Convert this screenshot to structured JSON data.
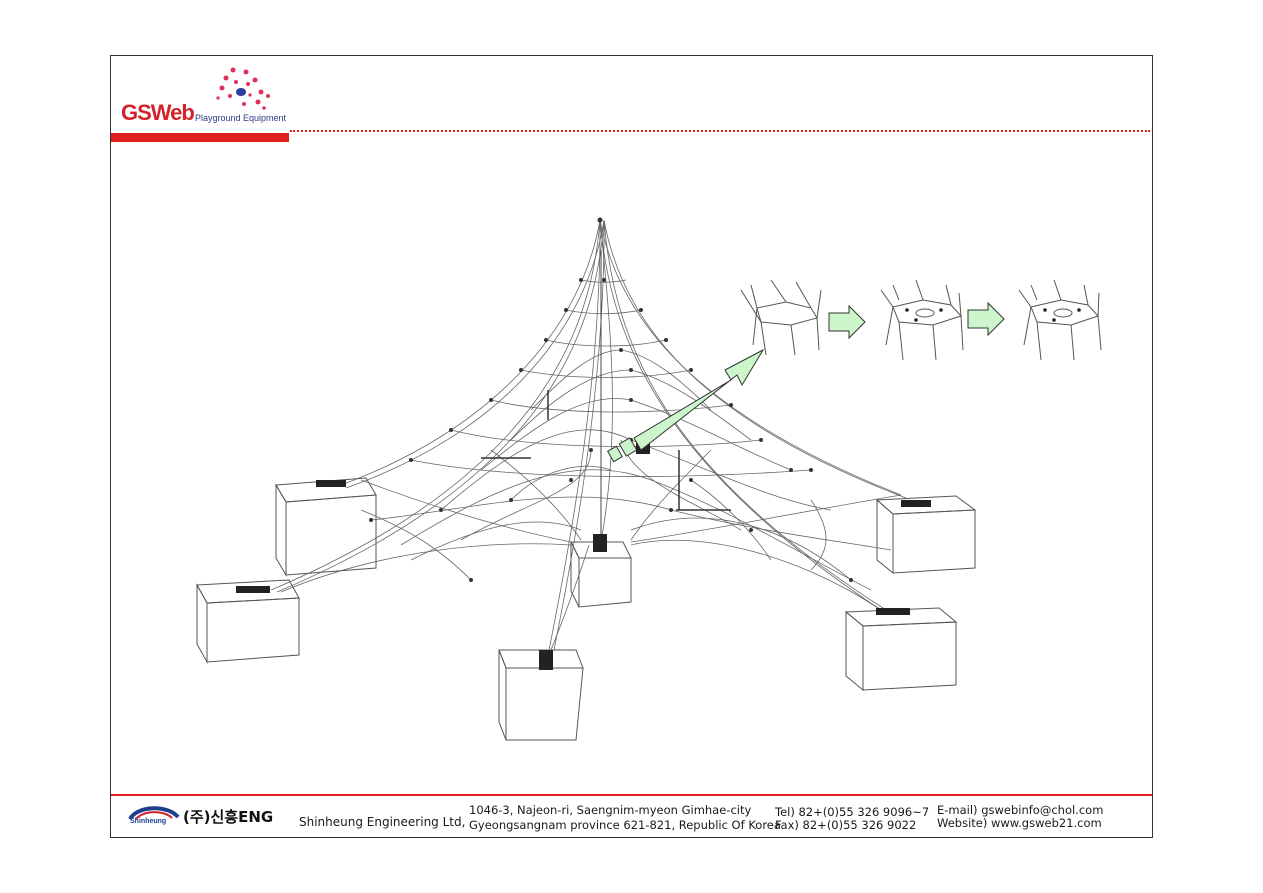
{
  "header": {
    "logo_text": "GSWeb",
    "logo_subtitle": "Playground Equipment",
    "accent_color": "#e02020"
  },
  "footer": {
    "company_ko": "(주)신흥ENG",
    "company_logo_en": "Shinheung",
    "company_en": "Shinheung Engineering Ltd,",
    "address_line1": "1046-3, Najeon-ri, Saengnim-myeon Gimhae-city",
    "address_line2": "Gyeongsangnam province 621-821, Republic Of Korea",
    "tel": "Tel) 82+(0)55 326 9096~7",
    "fax": "Fax) 82+(0)55 326 9022",
    "email": "E-mail) gswebinfo@chol.com",
    "website": "Website) www.gsweb21.com"
  },
  "drawing": {
    "arrow_color": "#ccf5cc",
    "line_color": "#555555"
  }
}
